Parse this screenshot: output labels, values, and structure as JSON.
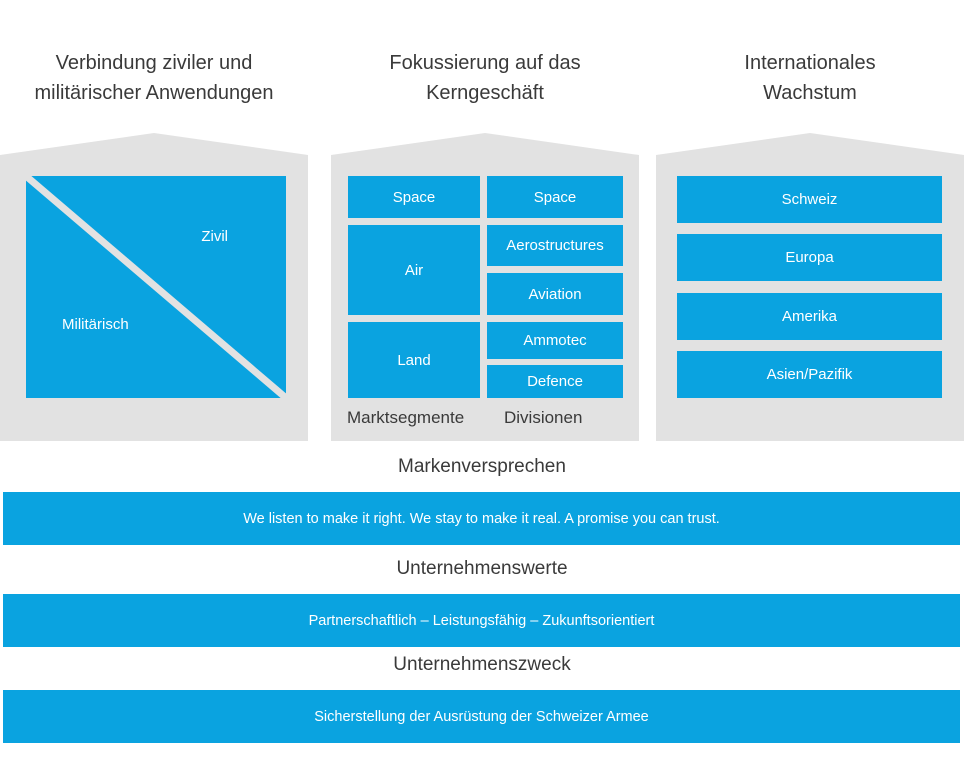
{
  "theme": {
    "accent_blue": "#0aa3e0",
    "pillar_gray": "#e2e2e2",
    "text_dark": "#3a3a3a",
    "background": "#ffffff"
  },
  "pillars": [
    {
      "heading_line1": "Verbindung ziviler und",
      "heading_line2": "militärischer Anwendungen",
      "split": {
        "upper_right_label": "Zivil",
        "lower_left_label": "Militärisch"
      }
    },
    {
      "heading_line1": "Fokussierung auf das",
      "heading_line2": "Kerngeschäft",
      "column_captions": {
        "left": "Marktsegmente",
        "right": "Divisionen"
      },
      "market_segments": [
        {
          "label": "Space"
        },
        {
          "label": "Air"
        },
        {
          "label": "Land"
        }
      ],
      "divisions": [
        {
          "label": "Space"
        },
        {
          "label": "Aerostructures"
        },
        {
          "label": "Aviation"
        },
        {
          "label": "Ammotec"
        },
        {
          "label": "Defence"
        }
      ]
    },
    {
      "heading_line1": "Internationales",
      "heading_line2": "Wachstum",
      "regions": [
        {
          "label": "Schweiz"
        },
        {
          "label": "Europa"
        },
        {
          "label": "Amerika"
        },
        {
          "label": "Asien/Pazifik"
        }
      ]
    }
  ],
  "bands": [
    {
      "label": "Markenversprechen",
      "text": "We listen to make it right. We stay to make it real. A promise you can trust."
    },
    {
      "label": "Unternehmenswerte",
      "text": "Partnerschaftlich – Leistungsfähig – Zukunftsorientiert"
    },
    {
      "label": "Unternehmenszweck",
      "text": "Sicherstellung der Ausrüstung der Schweizer Armee"
    }
  ]
}
